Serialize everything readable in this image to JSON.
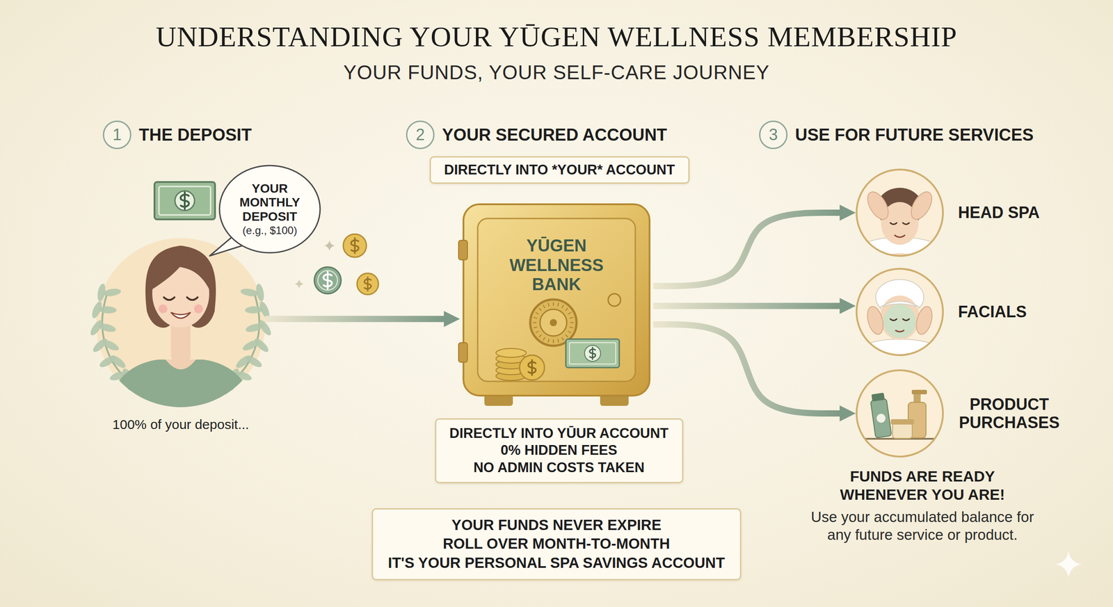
{
  "diagram": {
    "title": "UNDERSTANDING YOUR YŪGEN WELLNESS MEMBERSHIP",
    "nodes": [
      {
        "text": [
          "1",
          "THE DEPOSIT"
        ]
      },
      {
        "text": [
          "100% of your deposit..."
        ]
      },
      {
        "text": [
          "YOUR MONTHLY DEPOSIT",
          "(e.g., $100)"
        ]
      },
      {
        "text": [
          "2",
          "YOUR SECURED ACCOUNT"
        ]
      },
      {
        "text": [
          "DIRECTLY INTO *YOUR* ACCOUNT"
        ]
      },
      {
        "text": [
          "YŪGEN WELLNESS BANK"
        ]
      },
      {
        "text": [
          "DIRECTLY INTO YŪUR ACCOUNT",
          "0% HIDDEN FEES",
          "NO ADMIN COSTS TAKEN"
        ]
      },
      {
        "text": [
          "YOUR FUNDS NEVER EXPIRE",
          "ROLL OVER MONTH-TO-MONTH",
          "IT'S YOUR PERSONAL SPA SAVINGS ACCOUNT"
        ]
      },
      {
        "text": [
          "3",
          "USE FOR FUTURE SERVICES"
        ]
      },
      {
        "text": [
          "HEAD SPA"
        ]
      },
      {
        "text": [
          "FACIALS"
        ]
      },
      {
        "text": [
          "PRODUCT PURCHASES"
        ]
      }
    ],
    "edges": [
      {
        "from": 1,
        "to": 5,
        "arrow": "to"
      },
      {
        "from": 5,
        "to": 9,
        "arrow": "to"
      },
      {
        "from": 5,
        "to": 10,
        "arrow": "to"
      },
      {
        "from": 5,
        "to": 11,
        "arrow": "to"
      }
    ],
    "labels": [
      "YOUR FUNDS, YOUR SELF-CARE JOURNEY",
      "FUNDS ARE READY WHENEVER YOU ARE!",
      "Use your accumulated balance for any future service or product."
    ]
  }
}
